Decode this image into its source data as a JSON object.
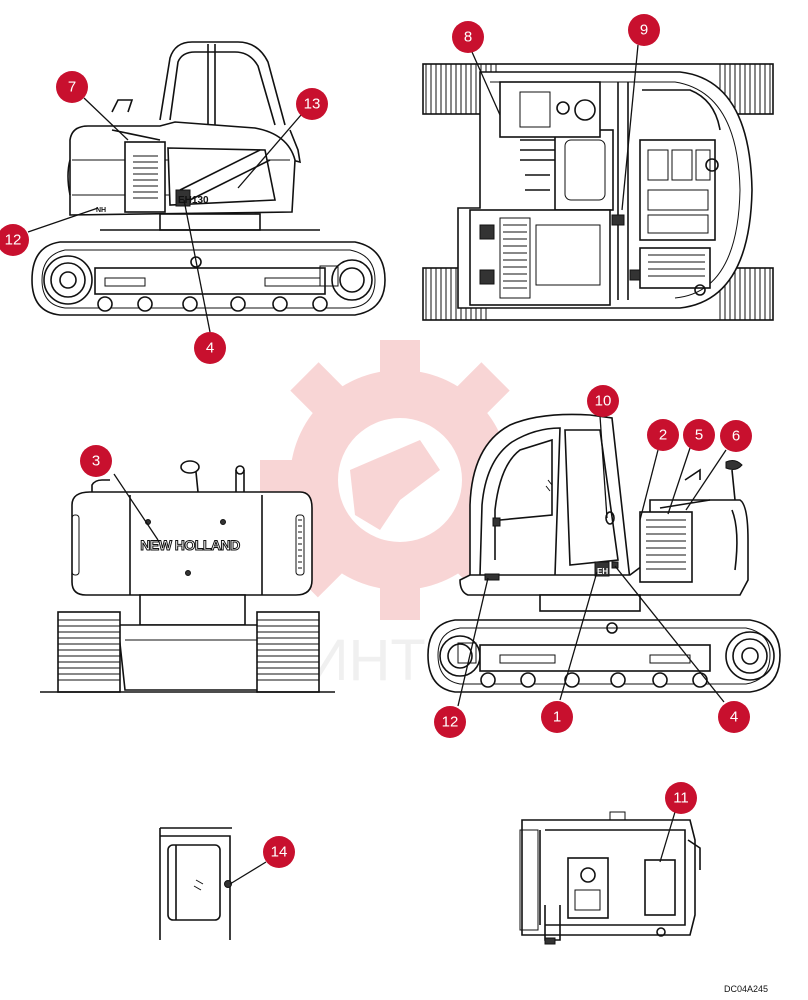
{
  "labels": {
    "brand_decal": "NEW HOLLAND",
    "model_decal": "EH130",
    "drawing_code": "DC04A245"
  },
  "callouts": {
    "c1": "1",
    "c2": "2",
    "c3": "3",
    "c4a": "4",
    "c4b": "4",
    "c5": "5",
    "c6": "6",
    "c7": "7",
    "c8": "8",
    "c9": "9",
    "c10": "10",
    "c11": "11",
    "c12a": "12",
    "c12b": "12",
    "c13": "13",
    "c14": "14"
  },
  "colors": {
    "callout": "#c8102e",
    "line": "#111111",
    "watermark": "#f2b8b8"
  },
  "watermark": {
    "text": "ИНТЕХ"
  }
}
